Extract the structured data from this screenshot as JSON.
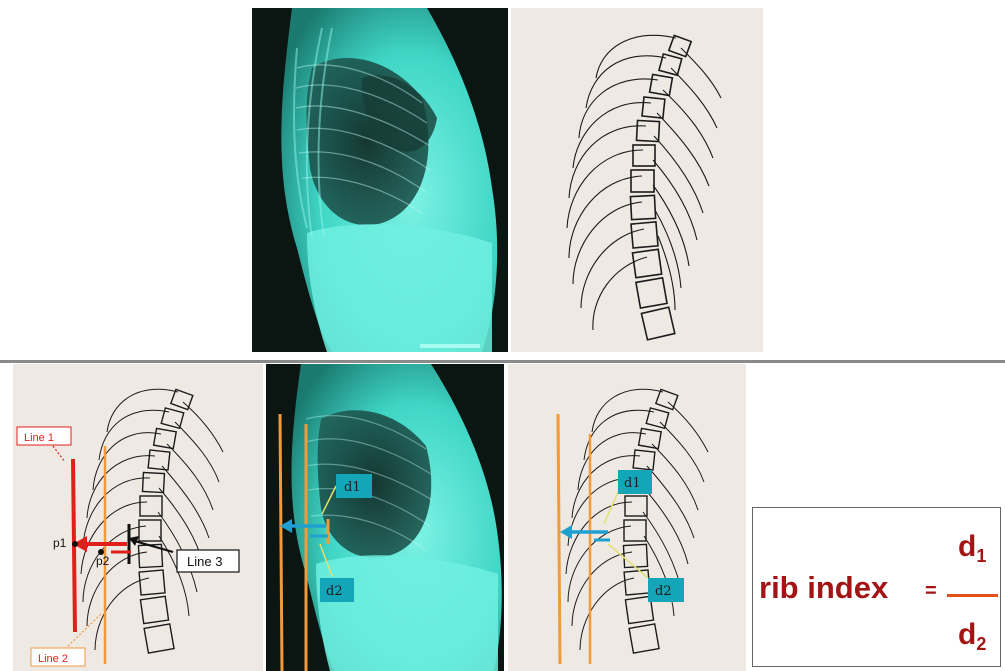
{
  "figure": {
    "colors": {
      "xray_bg": "#0b1512",
      "xray_tint": "#3fd6c6",
      "sketch_bg": "#efe9e4",
      "annotation_red": "#e0201a",
      "annotation_orange": "#f09a3c",
      "annotation_blue": "#1f9fd0",
      "label_box_teal": "#14a6b8",
      "formula_red": "#a31515"
    },
    "panel_c": {
      "line1_label": "Line 1",
      "line2_label": "Line 2",
      "line3_label": "Line 3",
      "p1_label": "p1",
      "p2_label": "p2"
    },
    "panel_d": {
      "d1_label": "d1",
      "d2_label": "d2"
    },
    "panel_e": {
      "d1_label": "d1",
      "d2_label": "d2"
    },
    "formula": {
      "lhs": "rib index",
      "equals": "=",
      "numerator": "d",
      "numerator_sub": "1",
      "denominator": "d",
      "denominator_sub": "2"
    }
  }
}
